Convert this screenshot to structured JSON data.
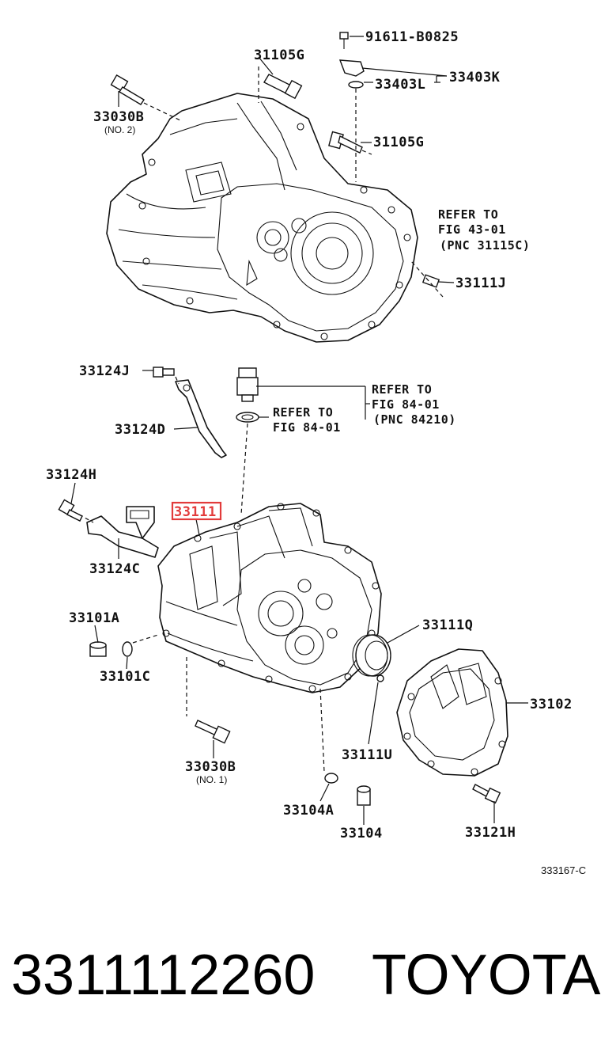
{
  "labels": {
    "p91611": "91611-B0825",
    "p31105g_top": "31105G",
    "p33403k": "33403K",
    "p33403l": "33403L",
    "p33030b_top": "33030B",
    "p33030b_top_note": "(NO. 2)",
    "p31105g_mid": "31105G",
    "refer1_line1": "REFER TO",
    "refer1_line2": "FIG 43-01",
    "refer1_line3": "(PNC 31115C)",
    "p33111j": "33111J",
    "p33124j": "33124J",
    "refer2_line1": "REFER TO",
    "refer2_line2": "FIG 84-01",
    "refer2_line3": "(PNC 84210)",
    "refer3_line1": "REFER TO",
    "refer3_line2": "FIG 84-01",
    "p33124d": "33124D",
    "p33124h": "33124H",
    "p33111_highlight": "33111",
    "p33124c": "33124C",
    "p33101a": "33101A",
    "p33111q": "33111Q",
    "p33101c": "33101C",
    "p33102": "33102",
    "p33111u": "33111U",
    "p33030b_bot": "33030B",
    "p33030b_bot_note": "(NO. 1)",
    "p33104a": "33104A",
    "p33104": "33104",
    "p33121h": "33121H"
  },
  "figure_ref": "333167-C",
  "caption": {
    "part_number": "3311112260",
    "brand": "TOYOTA"
  },
  "colors": {
    "highlight": "#e23b3b",
    "line": "#111111"
  }
}
